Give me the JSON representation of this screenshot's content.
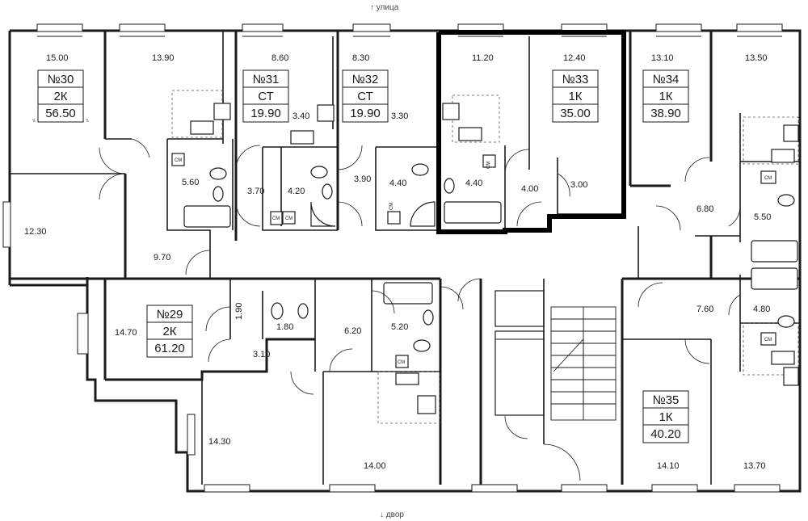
{
  "street_labels": {
    "top": "↑ улица",
    "bottom": "↓ двор"
  },
  "apartments": [
    {
      "key": "a30",
      "number": "№30",
      "type": "2К",
      "area": "56.50"
    },
    {
      "key": "a31",
      "number": "№31",
      "type": "СТ",
      "area": "19.90"
    },
    {
      "key": "a32",
      "number": "№32",
      "type": "СТ",
      "area": "19.90"
    },
    {
      "key": "a33",
      "number": "№33",
      "type": "1К",
      "area": "35.00"
    },
    {
      "key": "a34",
      "number": "№34",
      "type": "1К",
      "area": "38.90"
    },
    {
      "key": "a29",
      "number": "№29",
      "type": "2К",
      "area": "61.20"
    },
    {
      "key": "a35",
      "number": "№35",
      "type": "1К",
      "area": "40.20"
    }
  ],
  "highlighted_apartment": "№33",
  "room_areas": [
    "15.00",
    "13.90",
    "8.60",
    "8.30",
    "11.20",
    "12.40",
    "13.10",
    "13.50",
    "5.60",
    "3.40",
    "3.30",
    "3.70",
    "4.20",
    "3.90",
    "4.40",
    "4.40",
    "4.00",
    "3.00",
    "6.80",
    "5.50",
    "12.30",
    "9.70",
    "14.70",
    "1.90",
    "1.80",
    "6.20",
    "5.20",
    "3.10",
    "7.60",
    "4.80",
    "14.30",
    "14.00",
    "14.10",
    "13.70"
  ],
  "washer_label": "СМ",
  "washer_count": 8
}
